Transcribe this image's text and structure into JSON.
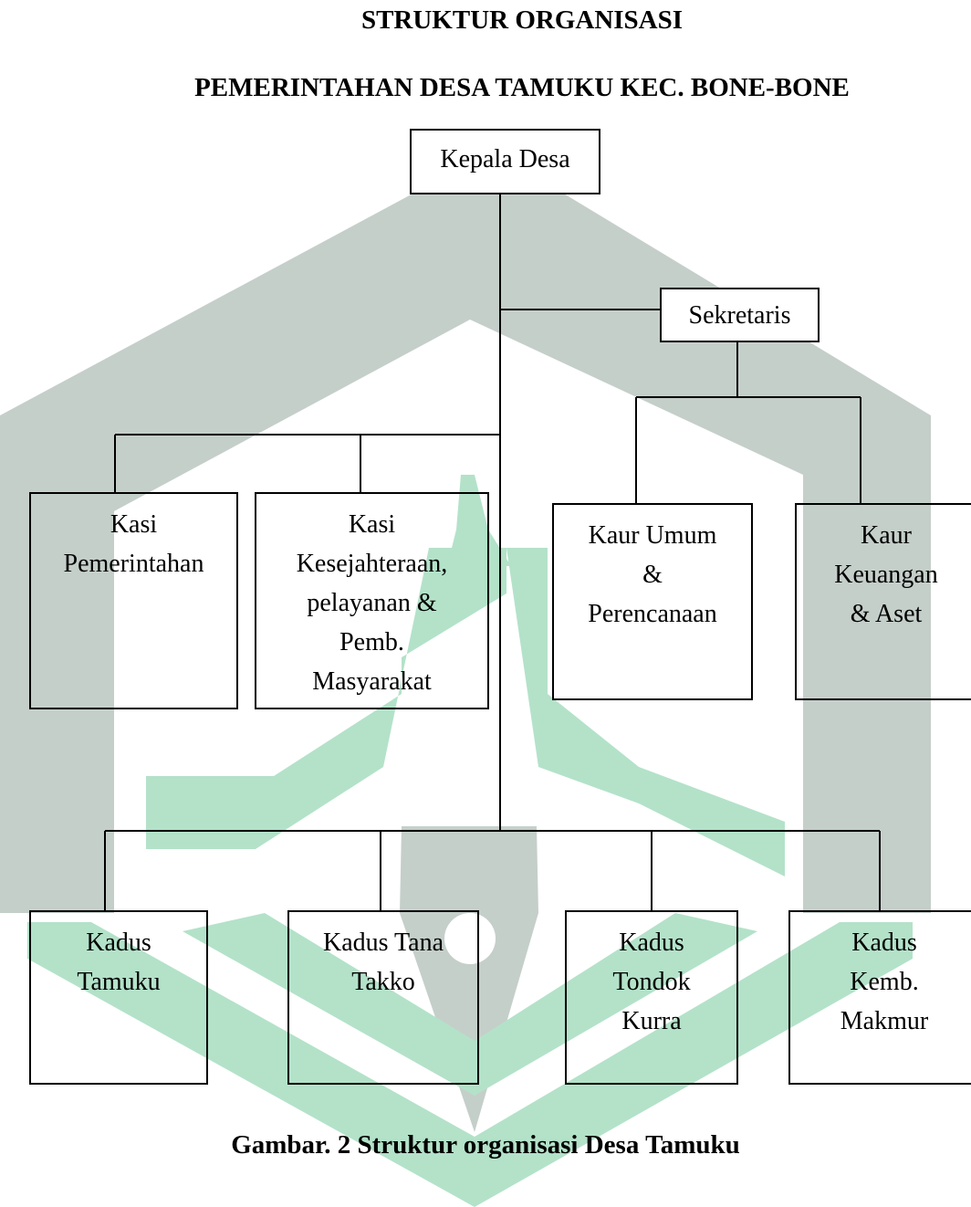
{
  "title_line1": "STRUKTUR ORGANISASI",
  "title_line2": "PEMERINTAHAN DESA TAMUKU KEC. BONE-BONE",
  "caption": "Gambar. 2 Struktur organisasi Desa Tamuku",
  "nodes": {
    "kepala_desa": "Kepala Desa",
    "sekretaris": "Sekretaris",
    "kasi_pemerintahan": [
      "Kasi",
      "Pemerintahan"
    ],
    "kasi_kesejahteraan": [
      "Kasi",
      "Kesejahteraan,",
      "pelayanan &",
      "Pemb.",
      "Masyarakat"
    ],
    "kaur_umum": [
      "Kaur Umum",
      "&",
      "Perencanaan"
    ],
    "kaur_keuangan": [
      "Kaur",
      "Keuangan",
      "& Aset"
    ],
    "kadus_tamuku": [
      "Kadus",
      "Tamuku"
    ],
    "kadus_tana_takko": [
      "Kadus Tana",
      "Takko"
    ],
    "kadus_tondok_kurra": [
      "Kadus",
      "Tondok",
      "Kurra"
    ],
    "kadus_kemb_makmur": [
      "Kadus",
      "Kemb.",
      "Makmur"
    ]
  },
  "watermark_colors": {
    "gray": "#c5cfca",
    "green": "#b3e2c9"
  }
}
